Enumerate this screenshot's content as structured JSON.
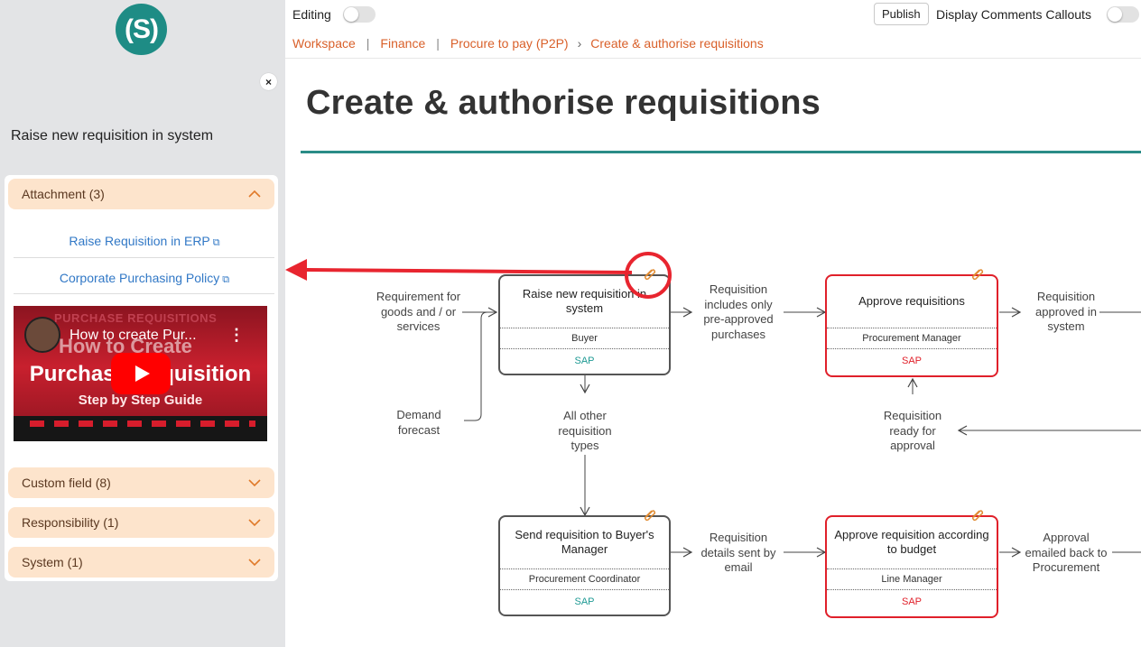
{
  "sidebar": {
    "logo_text": "(S)",
    "close_label": "×",
    "title": "Raise new requisition in system",
    "sections": [
      {
        "label": "Attachment (3)"
      },
      {
        "label": "Custom field (8)"
      },
      {
        "label": "Responsibility (1)"
      },
      {
        "label": "System (1)"
      }
    ],
    "attachments": [
      {
        "label": "Raise Requisition in ERP",
        "icon": "external-link-icon"
      },
      {
        "label": "Corporate Purchasing Policy",
        "icon": "external-link-icon"
      }
    ],
    "video": {
      "channel_text": "PURCHASE REQUISITIONS",
      "title": "How to create Pur...",
      "big_line1": "How to Create",
      "big_line2": "Purchase Requisition",
      "guide": "Step by Step Guide"
    }
  },
  "topbar": {
    "editing_label": "Editing",
    "publish_label": "Publish",
    "callouts_label": "Display Comments Callouts"
  },
  "breadcrumb": [
    "Workspace",
    "Finance",
    "Procure to pay (P2P)",
    "Create & authorise requisitions"
  ],
  "page_title": "Create & authorise requisitions",
  "diagram": {
    "inputs": {
      "requirement": "Requirement for goods and / or services",
      "demand": "Demand forecast",
      "preapproved": "Requisition includes only pre-approved purchases",
      "approved": "Requisition approved in system",
      "other": "All other requisition types",
      "ready": "Requisition ready for approval",
      "details": "Requisition details sent by email",
      "emailed": "Approval emailed back to Procurement"
    },
    "boxes": [
      {
        "title": "Raise new requisition in system",
        "role": "Buyer",
        "system": "SAP"
      },
      {
        "title": "Approve requisitions",
        "role": "Procurement Manager",
        "system": "SAP"
      },
      {
        "title": "Send requisition to Buyer's Manager",
        "role": "Procurement Coordinator",
        "system": "SAP"
      },
      {
        "title": "Approve requisition according to budget",
        "role": "Line Manager",
        "system": "SAP"
      }
    ]
  },
  "colors": {
    "accent_teal": "#2a8c87",
    "breadcrumb": "#d9602a",
    "sap_teal": "#1f9a94",
    "sap_red": "#e0202a",
    "callout_red": "#e8252f"
  }
}
